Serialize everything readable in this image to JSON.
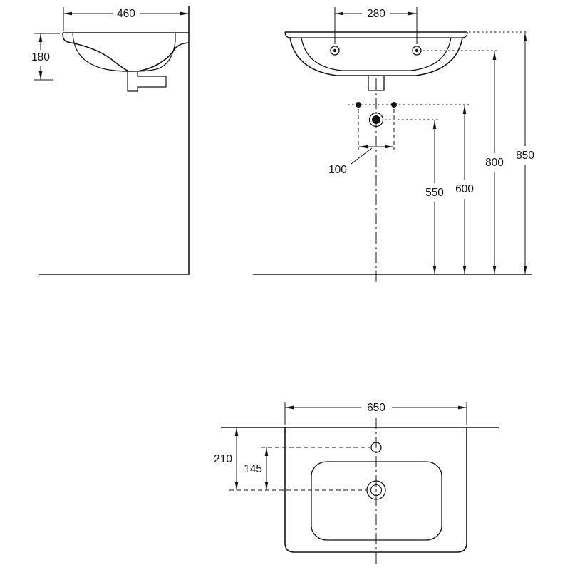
{
  "dimensions": {
    "side_view": {
      "depth": "460",
      "height": "180"
    },
    "front_view": {
      "tap_hole_spacing": "280",
      "fixing_hole_spacing": "100",
      "drain_outlet_height": "550",
      "fixing_hole_height": "600",
      "tap_hole_height": "800",
      "rim_height": "850"
    },
    "plan_view": {
      "width": "650",
      "front_edge_to_drain": "210",
      "tap_hole_to_drain": "145"
    }
  }
}
